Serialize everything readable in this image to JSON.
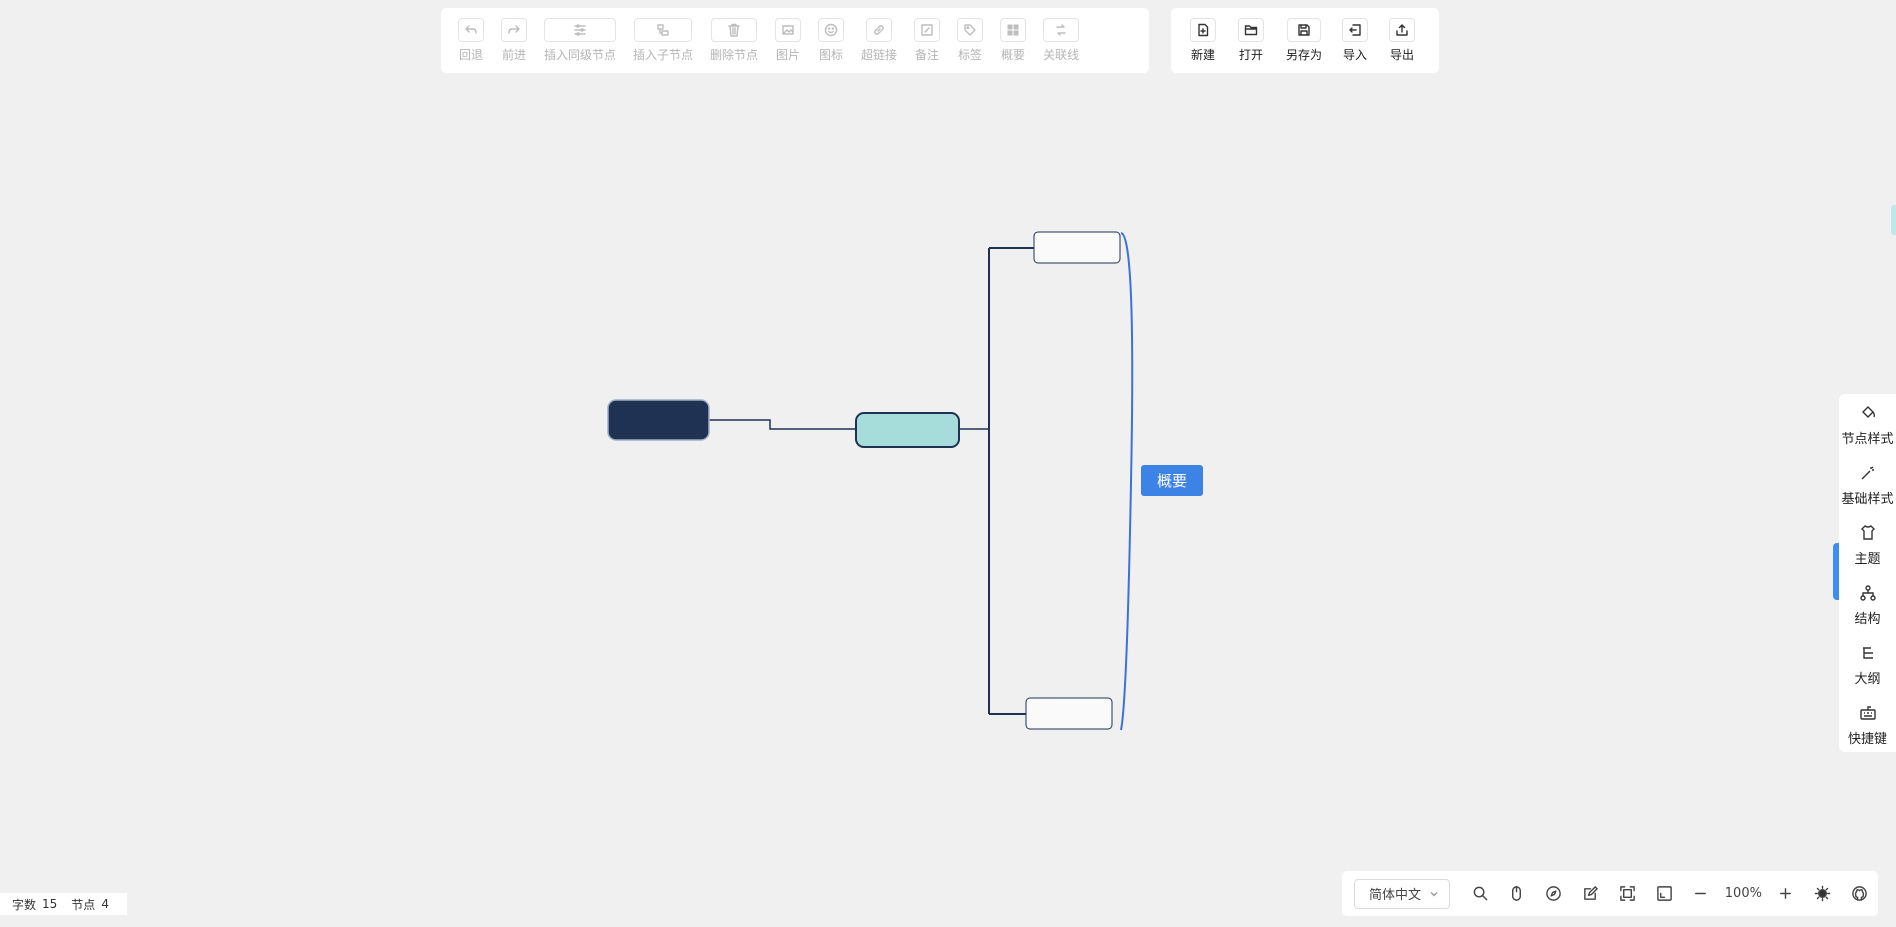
{
  "toolbar": {
    "undo": "回退",
    "redo": "前进",
    "insert_sibling": "插入同级节点",
    "insert_child": "插入子节点",
    "delete_node": "删除节点",
    "image": "图片",
    "icon": "图标",
    "hyperlink": "超链接",
    "note": "备注",
    "tag": "标签",
    "summary": "概要",
    "association": "关联线"
  },
  "file_toolbar": {
    "new": "新建",
    "open": "打开",
    "save_as": "另存为",
    "import": "导入",
    "export": "导出"
  },
  "canvas": {
    "summary_label": "概要"
  },
  "sidebar": {
    "node_style": "节点样式",
    "base_style": "基础样式",
    "theme": "主题",
    "structure": "结构",
    "outline": "大纲",
    "shortcuts": "快捷键"
  },
  "bottom_bar": {
    "language": "简体中文",
    "zoom": "100%"
  },
  "status": {
    "word_count_label": "字数",
    "word_count": "15",
    "node_count_label": "节点",
    "node_count": "4"
  },
  "colors": {
    "accent": "#3d83e6",
    "root_node": "#1f3253",
    "child_node": "#a6dcd9",
    "summary_line": "#3a72d8",
    "connector": "#1f3253"
  }
}
